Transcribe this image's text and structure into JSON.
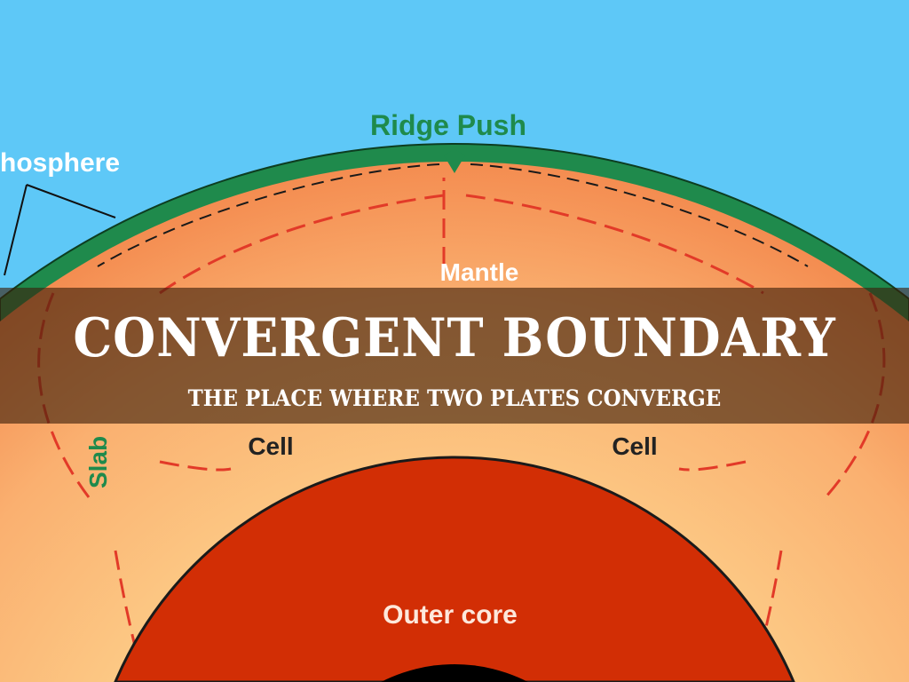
{
  "slide": {
    "title": "CONVERGENT BOUNDARY",
    "subtitle": "THE PLACE WHERE TWO PLATES CONVERGE"
  },
  "diagram": {
    "labels": {
      "ridge_push": "Ridge Push",
      "lithosphere": "hosphere",
      "mantle": "Mantle",
      "cell_left": "Cell",
      "cell_right": "Cell",
      "slab": "Slab",
      "outer_core": "Outer core"
    },
    "colors": {
      "sky": "#5ec8f7",
      "lithosphere": "#1f8a4c",
      "mantle_outer": "#f59256",
      "mantle_inner": "#fbc37e",
      "outer_core": "#d22e05",
      "inner_core": "#000000",
      "arrows": "#e23a28"
    }
  }
}
